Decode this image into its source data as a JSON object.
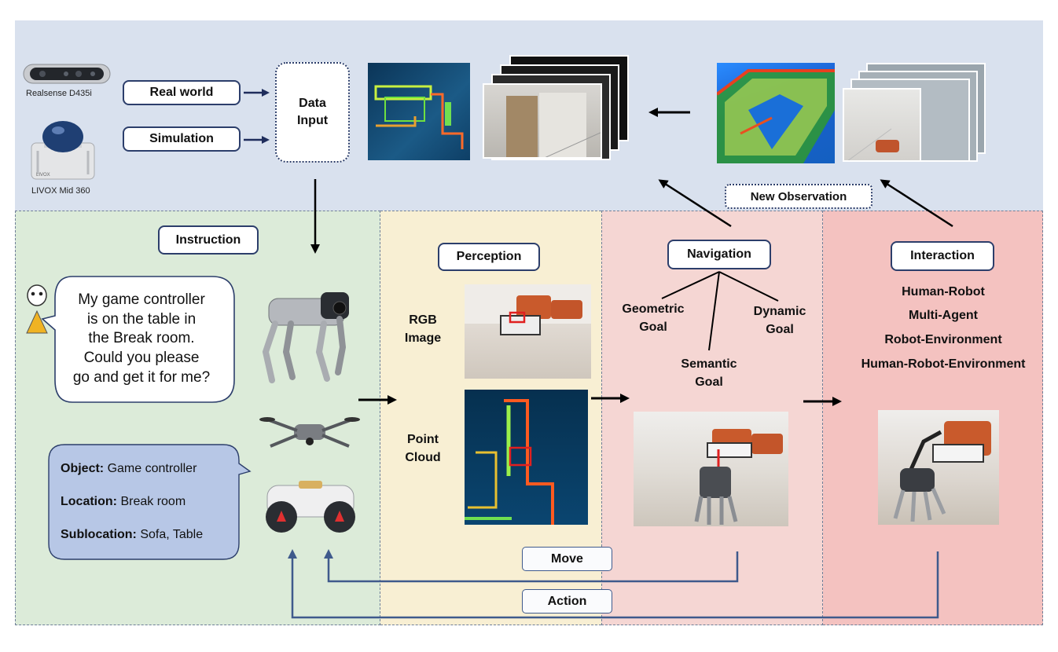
{
  "sensors": {
    "camera_label": "Realsense D435i",
    "lidar_label": "LIVOX Mid 360"
  },
  "inputs": {
    "real_world": "Real world",
    "simulation": "Simulation",
    "data_input_line1": "Data",
    "data_input_line2": "Input"
  },
  "new_observation": "New Observation",
  "instruction": {
    "title": "Instruction",
    "speech": [
      "My game controller",
      "is on the table in",
      "the Break room.",
      "Could you please",
      "go and get it for me?"
    ],
    "parsed": [
      {
        "key": "Object:",
        "value": " Game controller"
      },
      {
        "key": "Location:",
        "value": " Break room"
      },
      {
        "key": "Sublocation:",
        "value": " Sofa,  Table"
      }
    ]
  },
  "perception": {
    "title": "Perception",
    "rgb_line1": "RGB",
    "rgb_line2": "Image",
    "pc_line1": "Point",
    "pc_line2": "Cloud"
  },
  "navigation": {
    "title": "Navigation",
    "geometric_line1": "Geometric",
    "geometric_line2": "Goal",
    "semantic_line1": "Semantic",
    "semantic_line2": "Goal",
    "dynamic_line1": "Dynamic",
    "dynamic_line2": "Goal"
  },
  "interaction": {
    "title": "Interaction",
    "items": [
      "Human-Robot",
      "Multi-Agent",
      "Robot-Environment",
      "Human-Robot-Environment"
    ]
  },
  "feedback": {
    "move": "Move",
    "action": "Action"
  },
  "colors": {
    "top_band": "#d9e1ee",
    "instruction_panel": "#dcebd9",
    "perception_panel": "#f8efd3",
    "navigation_panel": "#f5d6d3",
    "interaction_panel": "#f4c2c0",
    "arrow_navy": "#1f2d5c",
    "feedback_line": "#3f5a8c"
  }
}
